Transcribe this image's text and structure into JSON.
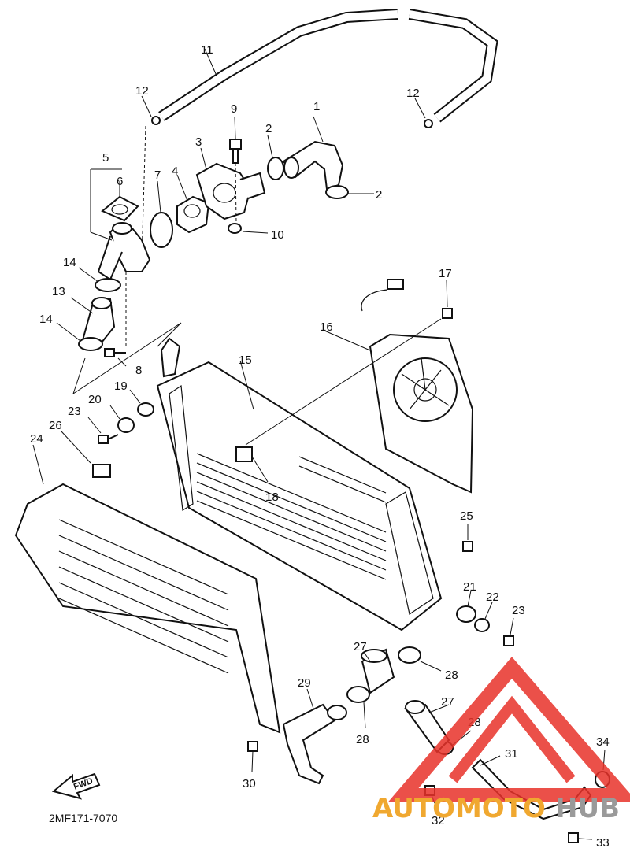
{
  "diagram": {
    "part_code": "2MF171-7070",
    "fwd_label": "FWD",
    "labels": [
      "1",
      "2",
      "2",
      "3",
      "4",
      "5",
      "6",
      "7",
      "8",
      "9",
      "10",
      "11",
      "12",
      "12",
      "13",
      "14",
      "14",
      "15",
      "16",
      "17",
      "18",
      "19",
      "20",
      "21",
      "22",
      "23",
      "23",
      "24",
      "25",
      "26",
      "27",
      "27",
      "28",
      "28",
      "28",
      "29",
      "30",
      "31",
      "32",
      "33",
      "34"
    ]
  },
  "watermark": {
    "text_main": "AUTOMOTO",
    "text_end": "HUB",
    "color_orange": "#f0a830",
    "color_gray": "#9a9a9a",
    "logo_color": "#e8322a"
  }
}
